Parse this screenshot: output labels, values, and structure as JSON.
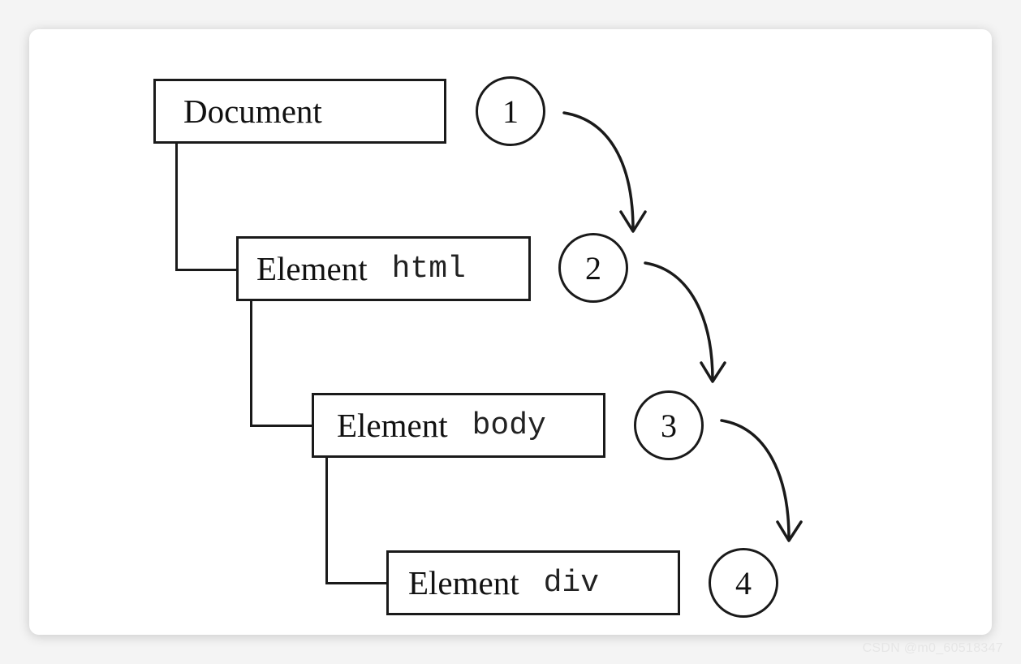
{
  "nodes": [
    {
      "kind": "Document",
      "tag": ""
    },
    {
      "kind": "Element",
      "tag": "html"
    },
    {
      "kind": "Element",
      "tag": "body"
    },
    {
      "kind": "Element",
      "tag": "div"
    }
  ],
  "steps": [
    "1",
    "2",
    "3",
    "4"
  ],
  "watermark": "CSDN @m0_60518347",
  "colors": {
    "stroke": "#1a1a1a",
    "background": "#ffffff",
    "page": "#f4f4f4"
  }
}
